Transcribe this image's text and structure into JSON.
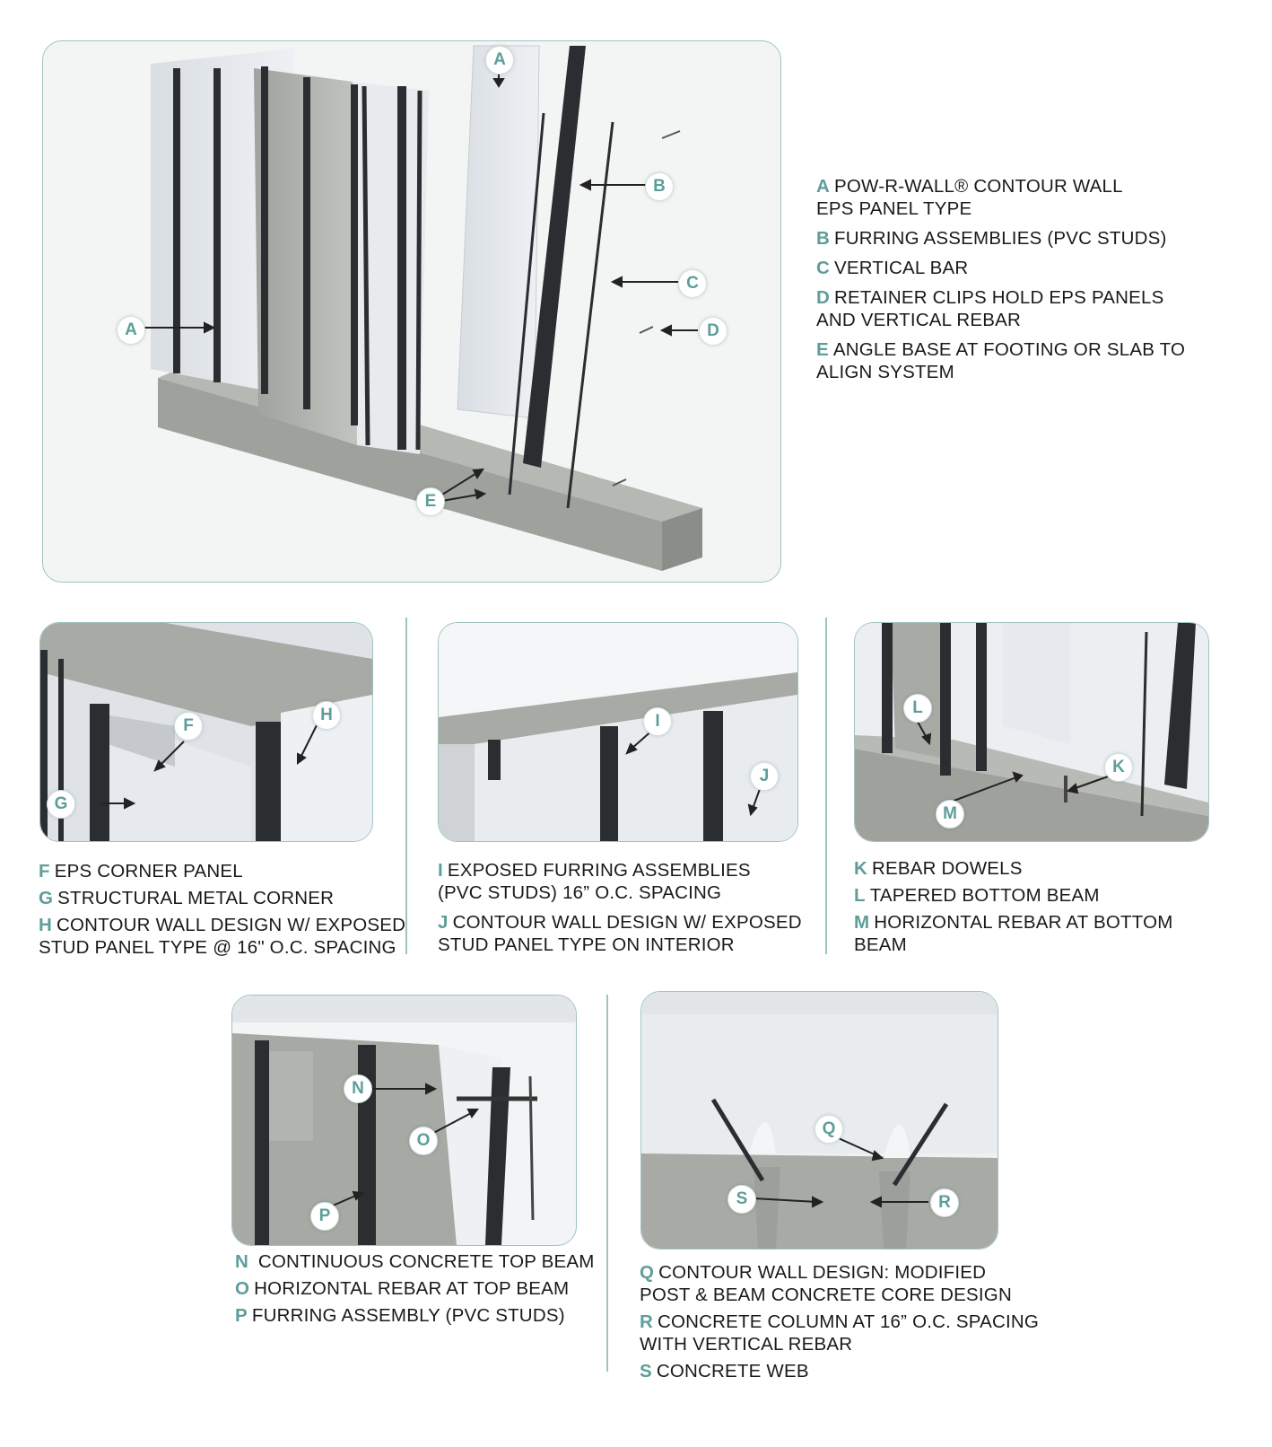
{
  "main": {
    "callouts": [
      "A",
      "A",
      "B",
      "C",
      "D",
      "E"
    ],
    "legend": [
      {
        "letter": "A",
        "text": "POW-R-WALL®  CONTOUR WALL",
        "text2": "EPS PANEL TYPE"
      },
      {
        "letter": "B",
        "text": "FURRING ASSEMBLIES (PVC STUDS)",
        "text2": ""
      },
      {
        "letter": "C",
        "text": "VERTICAL BAR",
        "text2": ""
      },
      {
        "letter": "D",
        "text": "RETAINER CLIPS HOLD EPS PANELS",
        "text2": "AND VERTICAL REBAR"
      },
      {
        "letter": "E",
        "text": "ANGLE BASE AT FOOTING OR SLAB TO",
        "text2": "ALIGN SYSTEM"
      }
    ]
  },
  "detail1": {
    "callouts": [
      "F",
      "G",
      "H"
    ],
    "legend": [
      {
        "letter": "F",
        "text": "EPS CORNER PANEL",
        "text2": ""
      },
      {
        "letter": "G",
        "text": "STRUCTURAL METAL CORNER",
        "text2": ""
      },
      {
        "letter": "H",
        "text": "CONTOUR WALL DESIGN W/ EXPOSED",
        "text2": "STUD PANEL TYPE @ 16\" O.C. SPACING"
      }
    ]
  },
  "detail2": {
    "callouts": [
      "I",
      "J"
    ],
    "legend": [
      {
        "letter": "I",
        "text": "EXPOSED FURRING ASSEMBLIES",
        "text2": "(PVC STUDS) 16” O.C. SPACING"
      },
      {
        "letter": "J",
        "text": "CONTOUR WALL DESIGN W/ EXPOSED",
        "text2": "STUD PANEL TYPE ON INTERIOR"
      }
    ]
  },
  "detail3": {
    "callouts": [
      "K",
      "L",
      "M"
    ],
    "legend": [
      {
        "letter": "K",
        "text": "REBAR DOWELS",
        "text2": ""
      },
      {
        "letter": "L",
        "text": "TAPERED BOTTOM BEAM",
        "text2": ""
      },
      {
        "letter": "M",
        "text": "HORIZONTAL REBAR AT BOTTOM",
        "text2": "BEAM"
      }
    ]
  },
  "detail4": {
    "callouts": [
      "N",
      "O",
      "P"
    ],
    "legend": [
      {
        "letter": "N",
        "text": " CONTINUOUS CONCRETE TOP BEAM",
        "text2": ""
      },
      {
        "letter": "O",
        "text": "HORIZONTAL REBAR AT TOP BEAM",
        "text2": ""
      },
      {
        "letter": "P",
        "text": "FURRING ASSEMBLY (PVC STUDS)",
        "text2": ""
      }
    ]
  },
  "detail5": {
    "callouts": [
      "Q",
      "R",
      "S"
    ],
    "legend": [
      {
        "letter": "Q",
        "text": "CONTOUR WALL DESIGN: MODIFIED",
        "text2": "POST & BEAM CONCRETE CORE DESIGN"
      },
      {
        "letter": "R",
        "text": "CONCRETE COLUMN AT 16” O.C. SPACING",
        "text2": "WITH VERTICAL REBAR"
      },
      {
        "letter": "S",
        "text": "CONCRETE WEB",
        "text2": ""
      }
    ]
  },
  "colors": {
    "accent": "#5e9e9a",
    "border": "#9fc3c1",
    "concrete": "#a9aca8",
    "eps": "#e4e8ec",
    "stud": "#2b2e31"
  }
}
